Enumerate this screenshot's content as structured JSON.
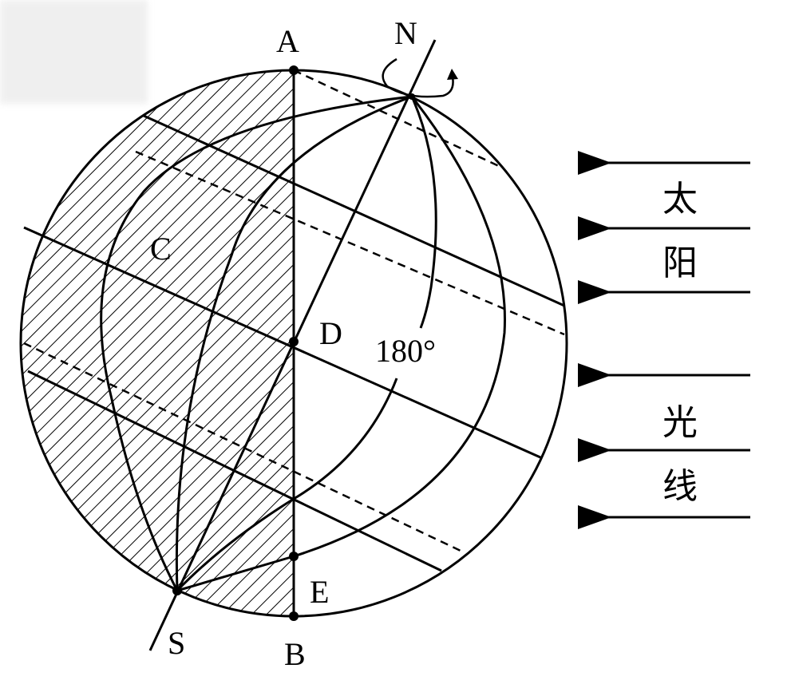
{
  "labels": {
    "A": "A",
    "N": "N",
    "C": "C",
    "D": "D",
    "E": "E",
    "S": "S",
    "B": "B",
    "meridian": "180°"
  },
  "sunlight": {
    "chars": [
      "太",
      "阳",
      "光",
      "线"
    ],
    "arrow_count": 6
  },
  "colors": {
    "line": "#000000",
    "background": "#ffffff"
  }
}
